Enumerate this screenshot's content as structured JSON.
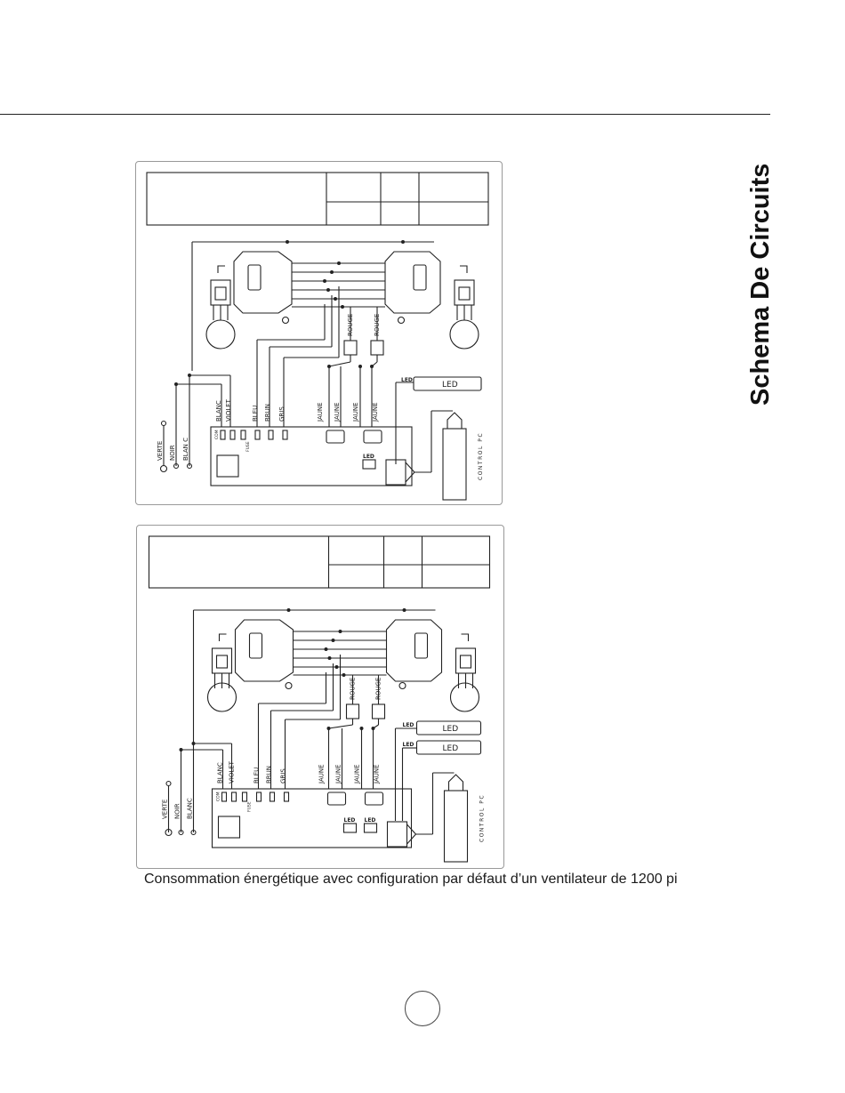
{
  "page": {
    "title": "Schema De Circuits",
    "caption": "Consommation énergétique avec configuration par défaut d’un ventilateur de 1200 pi"
  },
  "diagrams": [
    {
      "id": "top",
      "wire_labels": [
        "BLANC",
        "VIOLET",
        "BLEU",
        "BRUN",
        "GRIS",
        "JAUNE",
        "JAUNE",
        "JAUNE",
        "JAUNE"
      ],
      "supply_labels": [
        "VERTE",
        "NOIR",
        "BLAN C"
      ],
      "relay_labels": [
        "ROUGE",
        "ROUGE"
      ],
      "led_labels": [
        "LED"
      ],
      "led_box": "LED",
      "connector_label": "LED",
      "control_label": "CONTROL PC",
      "board_labels": {
        "com": "COM",
        "fuse": "FUSE"
      }
    },
    {
      "id": "bottom",
      "wire_labels": [
        "BLANC",
        "VIOLET",
        "BLEU",
        "BRUN",
        "GRIS",
        "JAUNE",
        "JAUNE",
        "JAUNE",
        "JAUNE"
      ],
      "supply_labels": [
        "VERTE",
        "NOIR",
        "BLANC"
      ],
      "relay_labels": [
        "ROUGE",
        "ROUGE"
      ],
      "led_labels": [
        "LED",
        "LED"
      ],
      "led_box": "LED",
      "connector_label": "LED",
      "control_label": "CONTROL PC",
      "board_labels": {
        "com": "COM",
        "fuse": "FUSE"
      }
    }
  ]
}
